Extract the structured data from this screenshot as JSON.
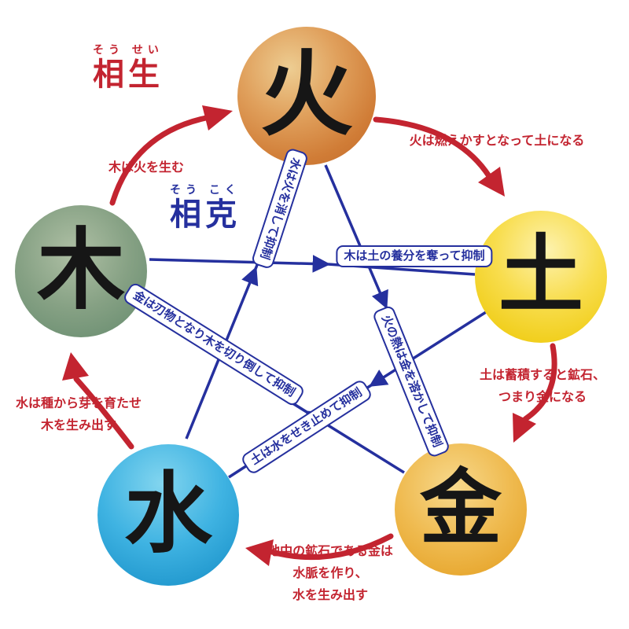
{
  "titles": {
    "generation": {
      "furigana": "そう せい",
      "kanji": "相生"
    },
    "overcoming": {
      "furigana": "そう こく",
      "kanji": "相克"
    }
  },
  "elements": [
    {
      "name": "fire",
      "kanji": "火"
    },
    {
      "name": "earth",
      "kanji": "土"
    },
    {
      "name": "metal",
      "kanji": "金"
    },
    {
      "name": "water",
      "kanji": "水"
    },
    {
      "name": "wood",
      "kanji": "木"
    }
  ],
  "generation_cycle": {
    "wood_to_fire": "木は火を生む",
    "fire_to_earth": "火は燃えかすとなって土になる",
    "earth_to_metal": [
      "土は蓄積すると鉱石、",
      "つまり金になる"
    ],
    "metal_to_water": [
      "地中の鉱石である金は",
      "水脈を作り、",
      "水を生み出す"
    ],
    "water_to_wood": [
      "水は種から芽を育たせ",
      "木を生み出す"
    ]
  },
  "overcoming_cycle": {
    "water_to_fire": "水は火を消して抑制",
    "wood_to_earth": "木は土の養分を奪って抑制",
    "fire_to_metal": "火の熱は金を溶かして抑制",
    "metal_to_wood": "金は刃物となり木を切り倒して抑制",
    "earth_to_water": "土は水をせき止めて抑制"
  },
  "colors": {
    "generation_red": "#c32430",
    "overcoming_blue": "#25309e",
    "fire": "#d0813c",
    "earth": "#f2d21f",
    "metal": "#eaa93a",
    "water": "#31a9da",
    "wood": "#7d9a7c"
  }
}
